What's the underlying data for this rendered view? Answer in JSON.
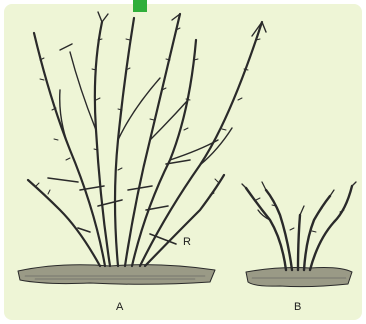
{
  "figure": {
    "plant_a_label": "A",
    "plant_b_label": "B",
    "cut_marker_label": "R"
  },
  "colors": {
    "panel_background": "#eef5d6",
    "accent_tab": "#2fae3a",
    "ink": "#2a2a2a"
  }
}
